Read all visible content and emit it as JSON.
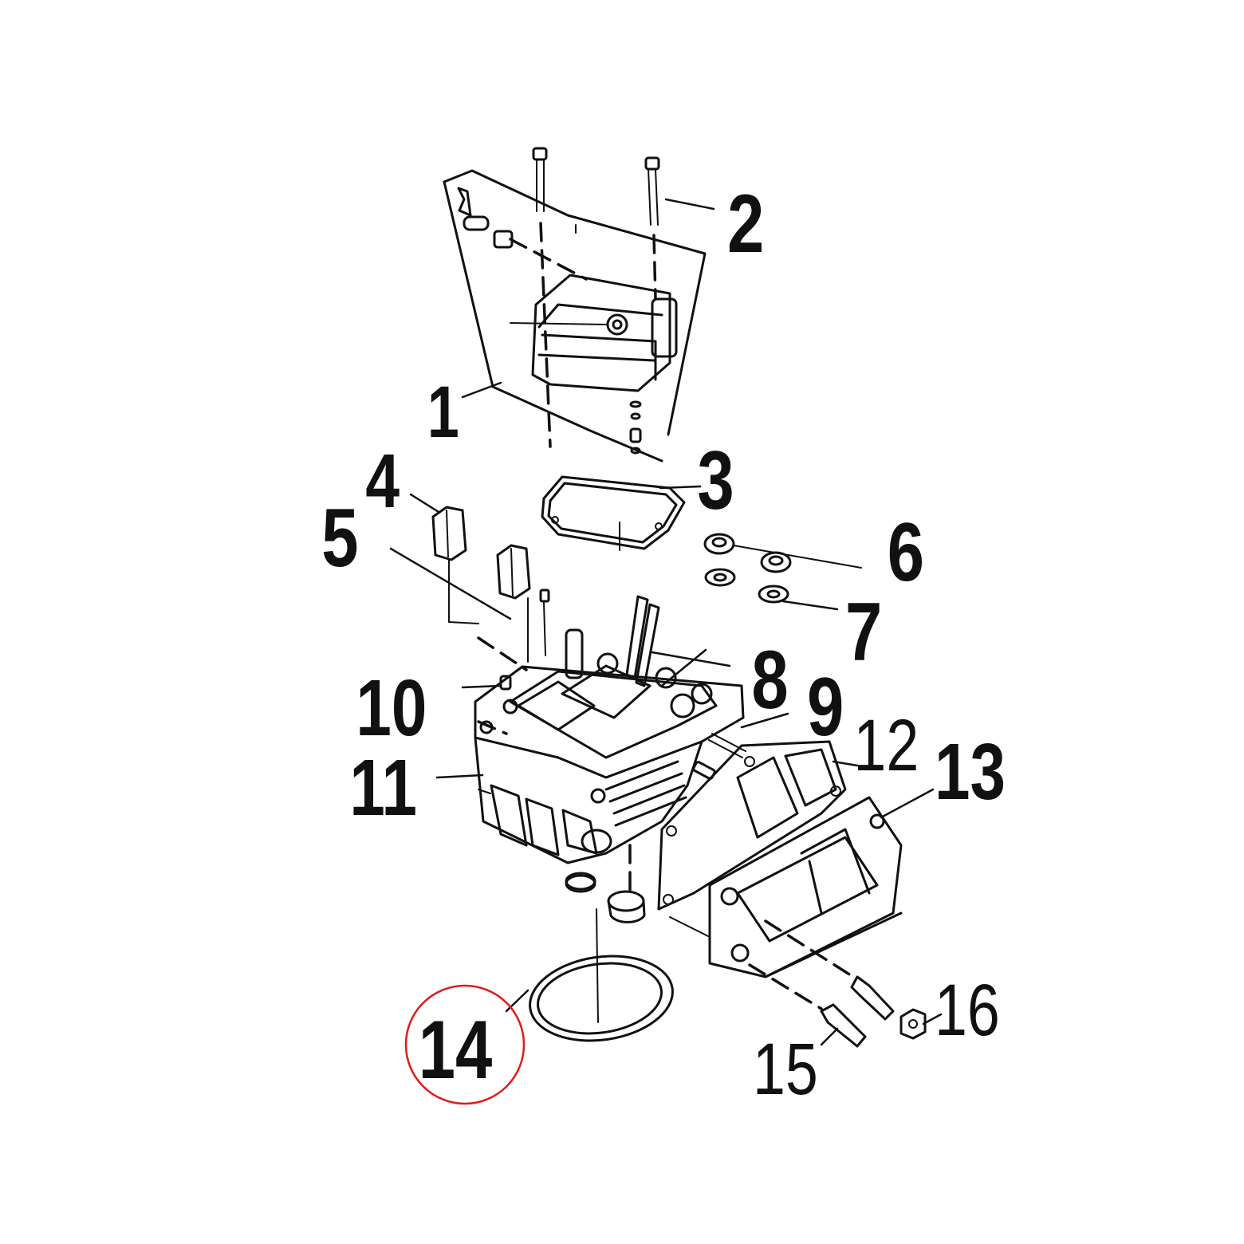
{
  "highlight_color": "#e01b1b",
  "labels": [
    {
      "id": "1",
      "text": "1"
    },
    {
      "id": "2",
      "text": "2"
    },
    {
      "id": "3",
      "text": "3"
    },
    {
      "id": "4",
      "text": "4"
    },
    {
      "id": "5",
      "text": "5"
    },
    {
      "id": "6",
      "text": "6"
    },
    {
      "id": "7",
      "text": "7"
    },
    {
      "id": "8",
      "text": "8"
    },
    {
      "id": "9",
      "text": "9"
    },
    {
      "id": "10",
      "text": "10"
    },
    {
      "id": "11",
      "text": "11"
    },
    {
      "id": "12",
      "text": "12"
    },
    {
      "id": "13",
      "text": "13"
    },
    {
      "id": "14",
      "text": "14"
    },
    {
      "id": "15",
      "text": "15"
    },
    {
      "id": "16",
      "text": "16"
    }
  ],
  "highlighted_part": "14"
}
